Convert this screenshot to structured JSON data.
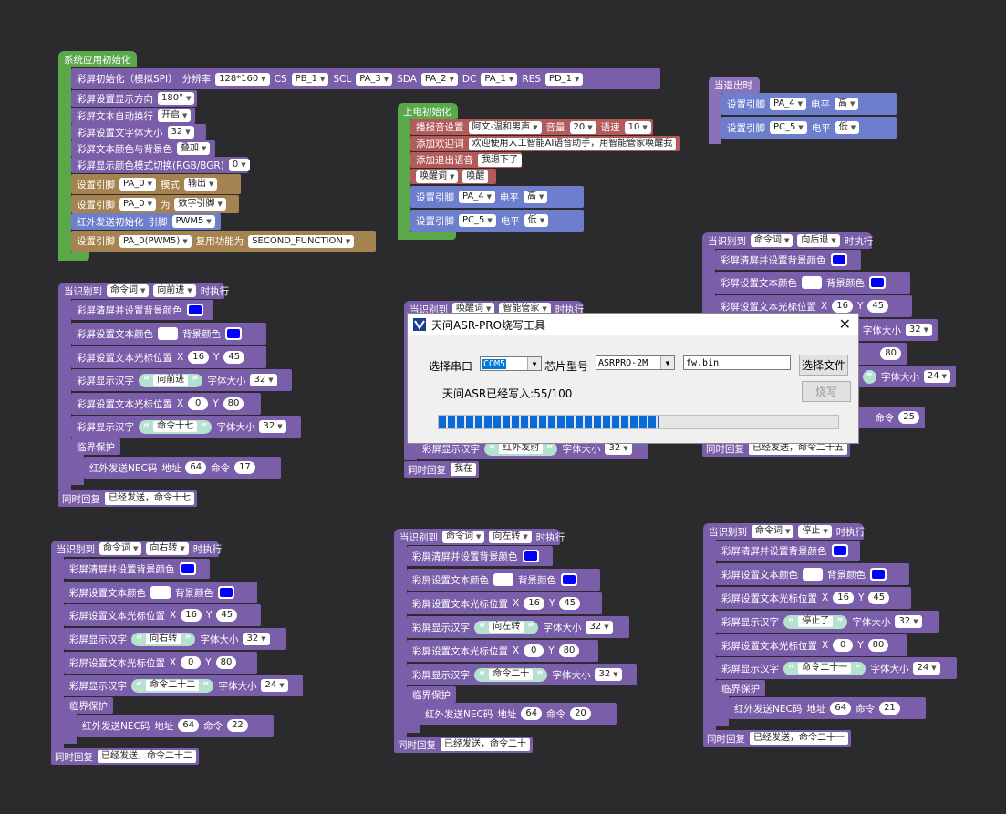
{
  "blocks": {
    "sys_init": {
      "hat": "系统应用初始化",
      "lcd_init": {
        "label": "彩屏初始化（模拟SPI）",
        "res_label": "分辨率",
        "res": "128*160",
        "cs_label": "CS",
        "cs": "PB_1",
        "scl_label": "SCL",
        "scl": "PA_3",
        "sda_label": "SDA",
        "sda": "PA_2",
        "dc_label": "DC",
        "dc": "PA_1",
        "rst_label": "RES",
        "rst": "PD_1"
      },
      "rotate": {
        "label": "彩屏设置显示方向",
        "value": "180°"
      },
      "wrap": {
        "label": "彩屏文本自动换行",
        "value": "开启"
      },
      "fontsize": {
        "label": "彩屏设置文字体大小",
        "value": "32"
      },
      "colorbg": {
        "label": "彩屏文本颜色与背景色",
        "value": "叠加"
      },
      "rgbmode": {
        "label": "彩屏显示颜色模式切换(RGB/BGR)",
        "value": "0"
      },
      "pin1": {
        "label": "设置引脚",
        "pin": "PA_0",
        "mode_label": "模式",
        "mode": "输出"
      },
      "pin2": {
        "label": "设置引脚",
        "pin": "PA_0",
        "as_label": "为",
        "as": "数字引脚"
      },
      "ir": {
        "label": "红外发送初始化",
        "pin_label": "引脚",
        "pin": "PWM5"
      },
      "pin3": {
        "label": "设置引脚",
        "pin": "PA_0(PWM5)",
        "func_label": "复用功能为",
        "func": "SECOND_FUNCTION"
      }
    },
    "power_init": {
      "hat": "上电初始化",
      "voice": {
        "label": "播报音设置",
        "voice": "阿文-温和男声",
        "vol_label": "音量",
        "vol": "20",
        "speed_label": "语速",
        "speed": "10"
      },
      "welcome": {
        "label": "添加欢迎词",
        "value": "欢迎使用人工智能AI语音助手，用智能管家唤醒我"
      },
      "exit": {
        "label": "添加退出语音",
        "value": "我退下了"
      },
      "wake": {
        "dd": "唤醒词",
        "value": "唤醒"
      },
      "pin_a": {
        "label": "设置引脚",
        "pin": "PA_4",
        "lvl_label": "电平",
        "lvl": "高"
      },
      "pin_b": {
        "label": "设置引脚",
        "pin": "PC_5",
        "lvl_label": "电平",
        "lvl": "低"
      }
    },
    "on_exit": {
      "hat": "当退出时",
      "pin_a": {
        "label": "设置引脚",
        "pin": "PA_4",
        "lvl_label": "电平",
        "lvl": "高"
      },
      "pin_b": {
        "label": "设置引脚",
        "pin": "PC_5",
        "lvl_label": "电平",
        "lvl": "低"
      }
    },
    "forward": {
      "hat_pre": "当识别到",
      "kind": "命令词",
      "word": "向前进",
      "hat_post": "时执行",
      "clear": "彩屏清屏并设置背景颜色",
      "color_label": "彩屏设置文本颜色",
      "bg_label": "背景颜色",
      "cursor1": {
        "label": "彩屏设置文本光标位置",
        "x_label": "X",
        "x": "16",
        "y_label": "Y",
        "y": "45"
      },
      "show1": {
        "label": "彩屏显示汉字",
        "text": "向前进",
        "size_label": "字体大小",
        "size": "32"
      },
      "cursor2": {
        "label": "彩屏设置文本光标位置",
        "x_label": "X",
        "x": "0",
        "y_label": "Y",
        "y": "80"
      },
      "show2": {
        "label": "彩屏显示汉字",
        "text": "命令十七",
        "size_label": "字体大小",
        "size": "32"
      },
      "crit": "临界保护",
      "nec": {
        "label": "红外发送NEC码",
        "addr_label": "地址",
        "addr": "64",
        "cmd_label": "命令",
        "cmd": "17"
      },
      "reply_label": "同时回复",
      "reply": "已经发送，命令十七"
    },
    "right": {
      "hat_pre": "当识别到",
      "kind": "命令词",
      "word": "向右转",
      "hat_post": "时执行",
      "clear": "彩屏清屏并设置背景颜色",
      "color_label": "彩屏设置文本颜色",
      "bg_label": "背景颜色",
      "cursor1": {
        "label": "彩屏设置文本光标位置",
        "x_label": "X",
        "x": "16",
        "y_label": "Y",
        "y": "45"
      },
      "show1": {
        "label": "彩屏显示汉字",
        "text": "向右转",
        "size_label": "字体大小",
        "size": "32"
      },
      "cursor2": {
        "label": "彩屏设置文本光标位置",
        "x_label": "X",
        "x": "0",
        "y_label": "Y",
        "y": "80"
      },
      "show2": {
        "label": "彩屏显示汉字",
        "text": "命令二十二",
        "size_label": "字体大小",
        "size": "24"
      },
      "crit": "临界保护",
      "nec": {
        "label": "红外发送NEC码",
        "addr_label": "地址",
        "addr": "64",
        "cmd_label": "命令",
        "cmd": "22"
      },
      "reply_label": "同时回复",
      "reply": "已经发送，命令二十二"
    },
    "left": {
      "hat_pre": "当识别到",
      "kind": "命令词",
      "word": "向左转",
      "hat_post": "时执行",
      "clear": "彩屏清屏并设置背景颜色",
      "color_label": "彩屏设置文本颜色",
      "bg_label": "背景颜色",
      "cursor1": {
        "label": "彩屏设置文本光标位置",
        "x_label": "X",
        "x": "16",
        "y_label": "Y",
        "y": "45"
      },
      "show1": {
        "label": "彩屏显示汉字",
        "text": "向左转",
        "size_label": "字体大小",
        "size": "32"
      },
      "cursor2": {
        "label": "彩屏设置文本光标位置",
        "x_label": "X",
        "x": "0",
        "y_label": "Y",
        "y": "80"
      },
      "show2": {
        "label": "彩屏显示汉字",
        "text": "命令二十",
        "size_label": "字体大小",
        "size": "32"
      },
      "crit": "临界保护",
      "nec": {
        "label": "红外发送NEC码",
        "addr_label": "地址",
        "addr": "64",
        "cmd_label": "命令",
        "cmd": "20"
      },
      "reply_label": "同时回复",
      "reply": "已经发送，命令二十"
    },
    "back": {
      "hat_pre": "当识别到",
      "kind": "命令词",
      "word": "向后退",
      "hat_post": "时执行",
      "clear": "彩屏清屏并设置背景颜色",
      "color_label": "彩屏设置文本颜色",
      "bg_label": "背景颜色",
      "cursor1": {
        "label": "彩屏设置文本光标位置",
        "x_label": "X",
        "x": "16",
        "y_label": "Y",
        "y": "45"
      },
      "size_label_a": "字体大小",
      "size_a": "32",
      "y2": "80",
      "size_label_b": "字体大小",
      "size_b": "24",
      "cmd_label": "命令",
      "cmd": "25",
      "reply_label": "同时回复",
      "reply": "已经发送，命令二十五"
    },
    "stop": {
      "hat_pre": "当识别到",
      "kind": "命令词",
      "word": "停止",
      "hat_post": "时执行",
      "clear": "彩屏清屏并设置背景颜色",
      "color_label": "彩屏设置文本颜色",
      "bg_label": "背景颜色",
      "cursor1": {
        "label": "彩屏设置文本光标位置",
        "x_label": "X",
        "x": "16",
        "y_label": "Y",
        "y": "45"
      },
      "show1": {
        "label": "彩屏显示汉字",
        "text": "停止了",
        "size_label": "字体大小",
        "size": "32"
      },
      "cursor2": {
        "label": "彩屏设置文本光标位置",
        "x_label": "X",
        "x": "0",
        "y_label": "Y",
        "y": "80"
      },
      "show2": {
        "label": "彩屏显示汉字",
        "text": "命令二十一",
        "size_label": "字体大小",
        "size": "24"
      },
      "crit": "临界保护",
      "nec": {
        "label": "红外发送NEC码",
        "addr_label": "地址",
        "addr": "64",
        "cmd_label": "命令",
        "cmd": "21"
      },
      "reply_label": "同时回复",
      "reply": "已经发送，命令二十一"
    },
    "middle": {
      "hat_pre": "当识别到",
      "kind": "唤醒词",
      "word": "智能管家",
      "hat_post": "时执行",
      "show_label": "彩屏显示汉字",
      "text": "红外发射",
      "size_label": "字体大小",
      "size": "32",
      "reply_label": "同时回复",
      "reply": "我在"
    }
  },
  "dialog": {
    "title": "天问ASR-PRO烧写工具",
    "port_label": "选择串口",
    "port_value": "COM5",
    "chip_label": "芯片型号",
    "chip_value": "ASRPRO-2M",
    "file_value": "fw.bin",
    "choose_btn": "选择文件",
    "burn_btn": "烧写",
    "status": "天问ASR已经写入:55/100",
    "progress": 0.55
  },
  "colors": {
    "blue_swatch": "#0000ff",
    "white_swatch": "#ffffff",
    "progress": "#0a6ad8"
  }
}
